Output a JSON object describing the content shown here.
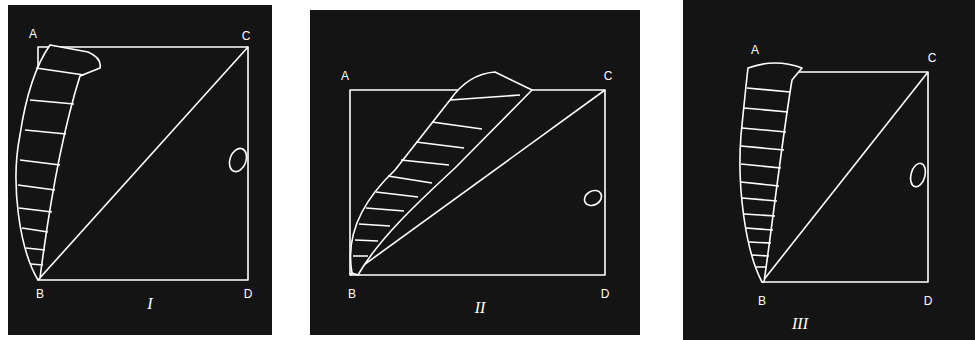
{
  "diagram": {
    "labels": [
      "A",
      "C",
      "B",
      "D",
      "I",
      "A",
      "C",
      "B",
      "D",
      "II",
      "A",
      "C",
      "B",
      "D",
      "III"
    ]
  }
}
